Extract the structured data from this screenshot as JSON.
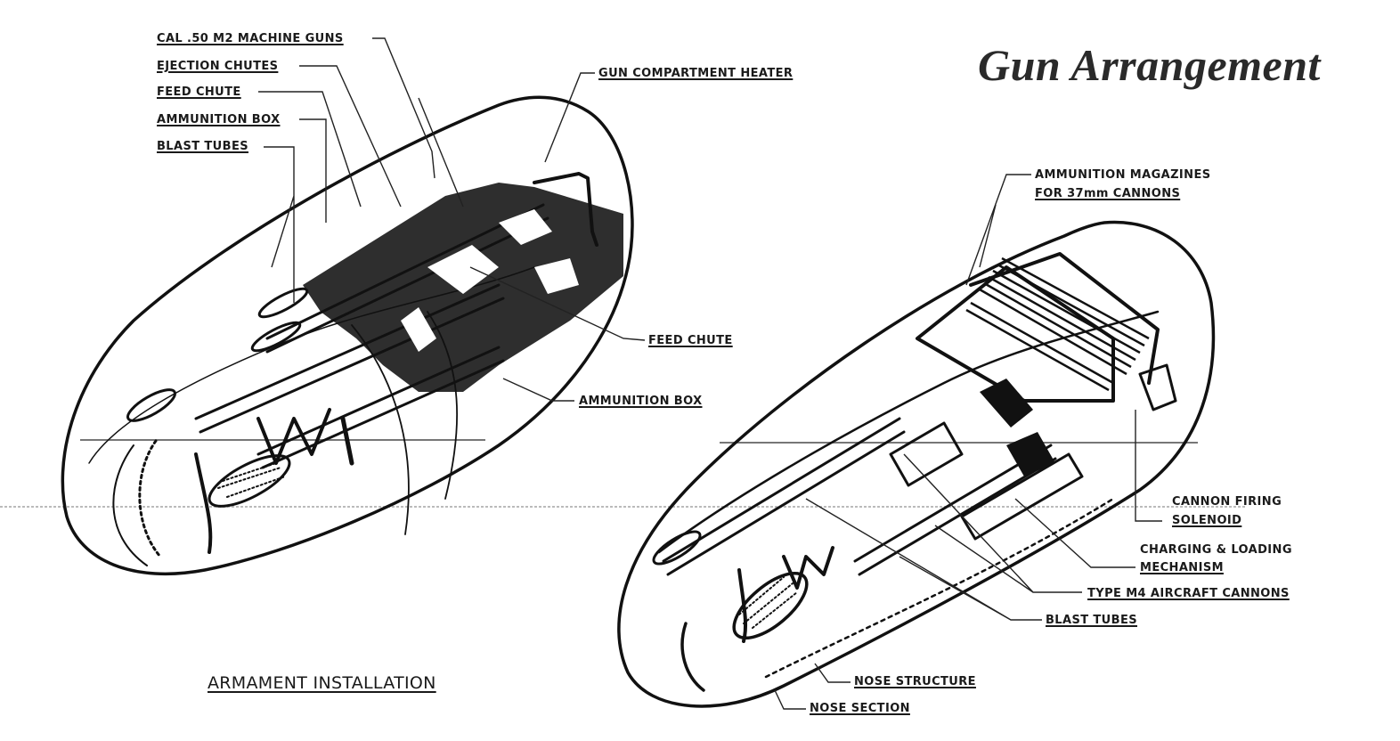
{
  "title": "Gun Arrangement",
  "left_figure": {
    "caption": "ARMAMENT INSTALLATION",
    "labels": {
      "machine_guns": "CAL .50 M2 MACHINE GUNS",
      "ejection_chutes": "EJECTION CHUTES",
      "feed_chute_top": "FEED CHUTE",
      "ammunition_box_top": "AMMUNITION BOX",
      "blast_tubes": "BLAST TUBES",
      "gun_compartment_heater": "GUN COMPARTMENT HEATER",
      "feed_chute_right": "FEED CHUTE",
      "ammunition_box_right": "AMMUNITION BOX"
    }
  },
  "right_figure": {
    "labels": {
      "ammo_magazines_line1": "AMMUNITION MAGAZINES",
      "ammo_magazines_line2": "FOR 37mm CANNONS",
      "cannon_firing_line1": "CANNON FIRING",
      "cannon_firing_line2": "SOLENOID",
      "charging_line1": "CHARGING & LOADING",
      "charging_line2": "MECHANISM",
      "cannons": "TYPE M4 AIRCRAFT CANNONS",
      "blast_tubes": "BLAST TUBES",
      "nose_structure": "NOSE STRUCTURE",
      "nose_section": "NOSE SECTION"
    }
  }
}
